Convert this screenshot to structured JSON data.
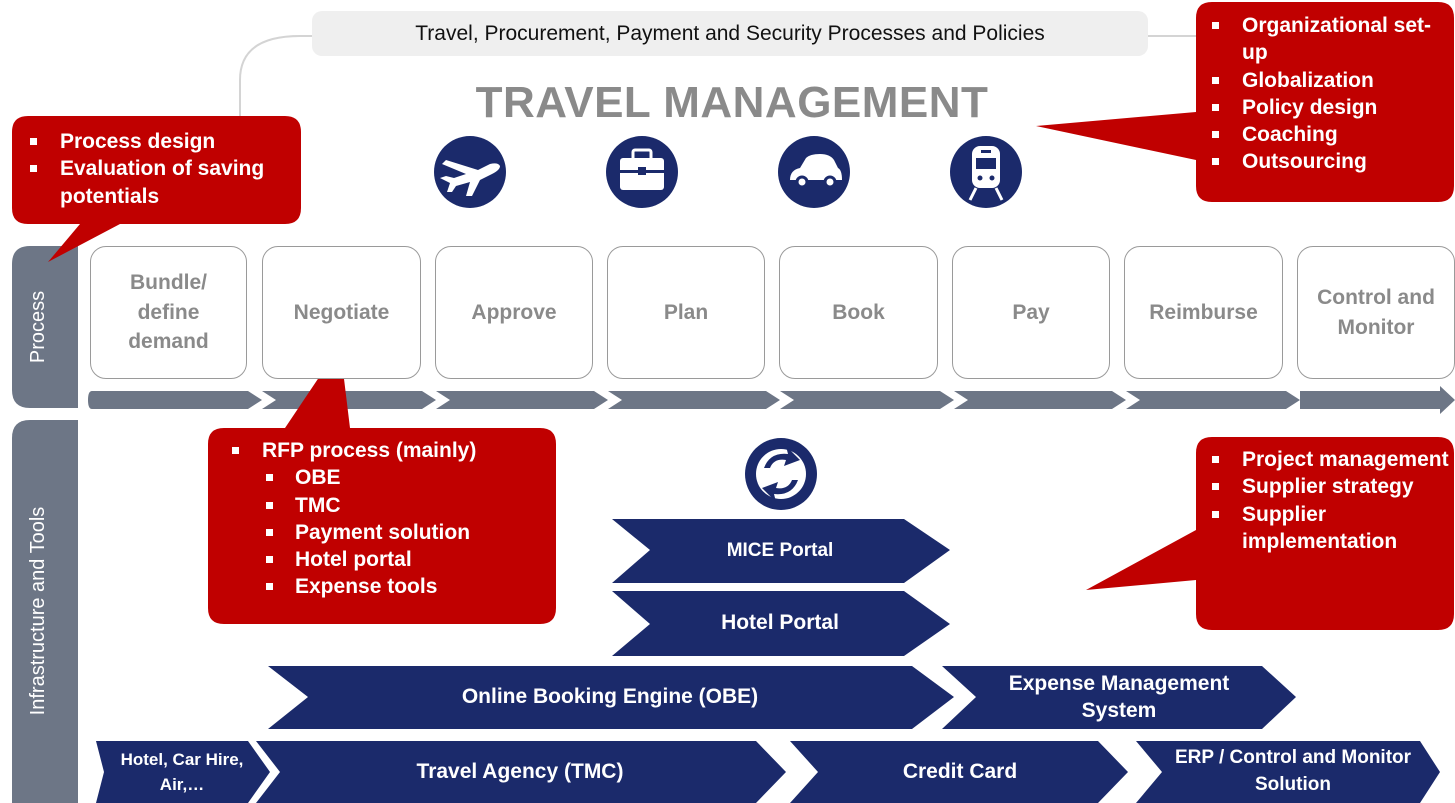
{
  "header": {
    "policies_banner": "Travel, Procurement, Payment and Security Processes and Policies",
    "title": "TRAVEL MANAGEMENT"
  },
  "icons": [
    "airplane-icon",
    "briefcase-icon",
    "car-icon",
    "train-icon",
    "sync-icon"
  ],
  "sections": {
    "process": "Process",
    "infrastructure": "Infrastructure and Tools"
  },
  "process_steps": [
    "Bundle/ define demand",
    "Negotiate",
    "Approve",
    "Plan",
    "Book",
    "Pay",
    "Reimburse",
    "Control and Monitor"
  ],
  "callouts": {
    "process_design": [
      "Process design",
      "Evaluation of saving potentials"
    ],
    "organization": [
      "Organizational set-up",
      "Globalization",
      "Policy design",
      "Coaching",
      "Outsourcing"
    ],
    "rfp": {
      "main": "RFP process (mainly)",
      "sub": [
        "OBE",
        "TMC",
        "Payment solution",
        "Hotel portal",
        "Expense tools"
      ]
    },
    "project": [
      "Project management",
      "Supplier strategy",
      "Supplier implementation"
    ]
  },
  "tools": {
    "mice_portal": "MICE Portal",
    "hotel_portal": "Hotel Portal",
    "obe": "Online Booking Engine (OBE)",
    "expense": "Expense Management System",
    "hotel_car_air": "Hotel, Car Hire, Air,…",
    "travel_agency": "Travel Agency (TMC)",
    "credit_card": "Credit Card",
    "erp": "ERP / Control and Monitor Solution"
  },
  "colors": {
    "navy": "#1b2a6b",
    "red": "#c00000",
    "gray": "#6d7686",
    "text_gray": "#8a8a8a"
  }
}
